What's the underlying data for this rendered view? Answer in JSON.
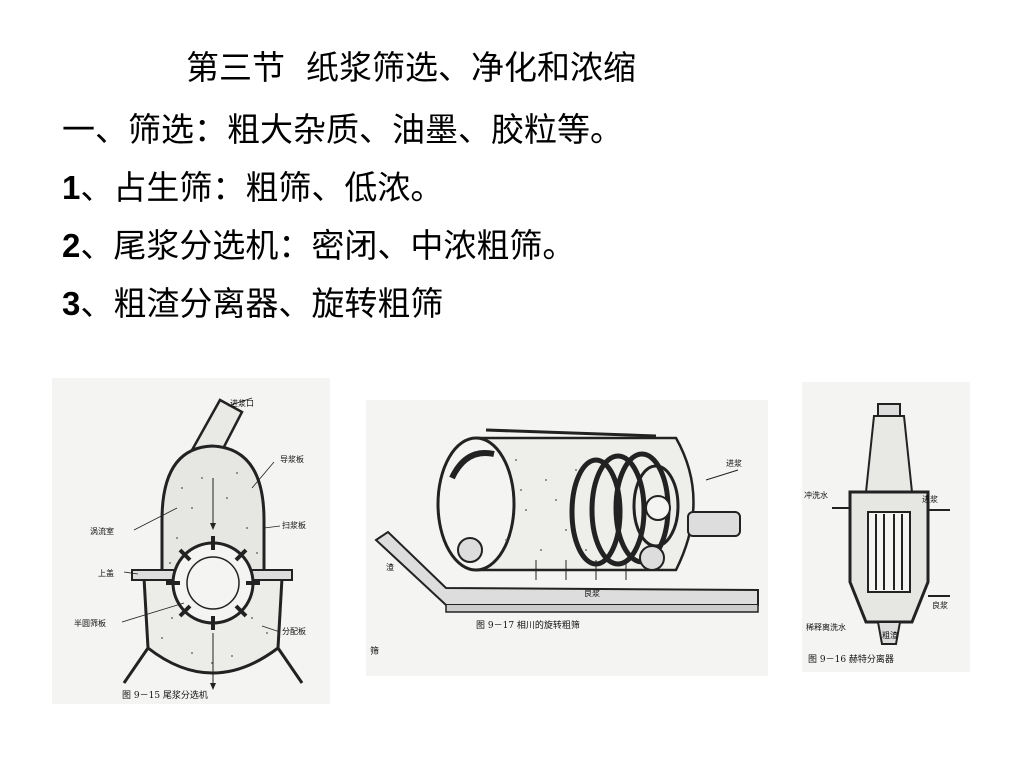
{
  "title": "第三节  纸浆筛选、净化和浓缩",
  "lines": [
    {
      "num": "",
      "text": "一、筛选：粗大杂质、油墨、胶粒等。"
    },
    {
      "num": "1",
      "text": "、占生筛：粗筛、低浓。"
    },
    {
      "num": "2",
      "text": "、尾浆分选机：密闭、中浓粗筛。"
    },
    {
      "num": "3",
      "text": "、粗渣分离器、旋转粗筛"
    }
  ],
  "fig1": {
    "caption": "图 9－15  尾浆分选机",
    "labels": {
      "inlet": "进浆口",
      "guide": "导浆板",
      "vortex": "涡流室",
      "sweep": "扫浆板",
      "cover": "上盖",
      "screen": "半圆筛板",
      "distrib": "分配板"
    }
  },
  "fig2": {
    "caption": "图 9－17  相川的旋转粗筛",
    "labels": {
      "feed": "进浆",
      "reject": "渣",
      "accept": "良浆"
    },
    "below": "筛"
  },
  "fig3": {
    "caption": "图 9－16  赫特分离器",
    "labels": {
      "flush": "冲洗水",
      "feed": "进浆",
      "accept": "良浆",
      "dilution": "稀释离洗水",
      "reject": "粗渣"
    }
  }
}
